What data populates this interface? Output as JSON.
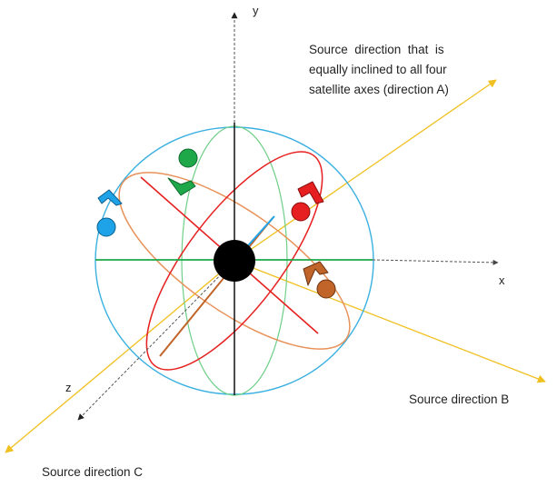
{
  "axes": {
    "x_label": "x",
    "y_label": "y",
    "z_label": "z"
  },
  "annotations": {
    "direction_a": [
      "Source  direction  that  is",
      "equally inclined to all four",
      "satellite axes (direction A)"
    ],
    "direction_b": "Source direction B",
    "direction_c": "Source direction C"
  },
  "colors": {
    "sphere": "#3ab0e0",
    "green": "#1ea84a",
    "red": "#e62020",
    "orange": "#e8925a",
    "brown": "#c0642a",
    "blue": "#1fa3e8",
    "source_ray": "#f0c020",
    "hub": "#000000"
  },
  "icons": [
    "satellite-green",
    "satellite-red",
    "satellite-blue",
    "satellite-brown"
  ]
}
